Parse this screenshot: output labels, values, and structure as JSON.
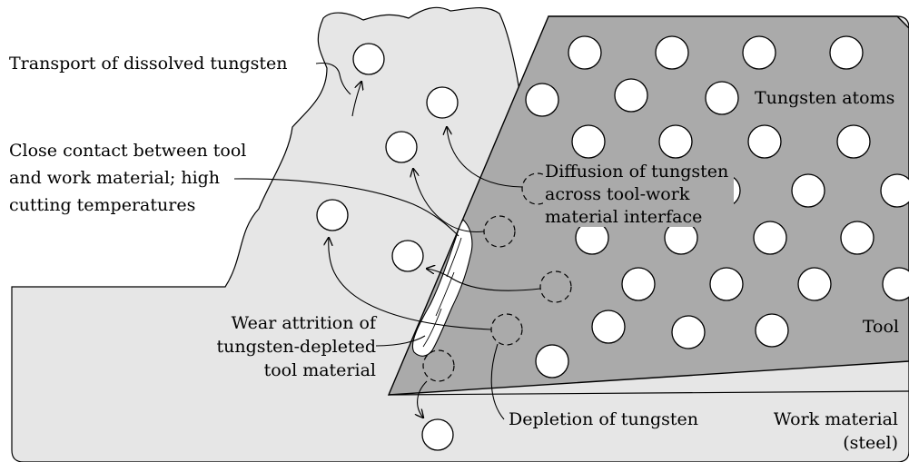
{
  "labels": {
    "transport": "Transport of dissolved tungsten",
    "contact_1": "Close contact between tool",
    "contact_2": "and work material; high",
    "contact_3": "cutting temperatures",
    "tungsten_atoms": "Tungsten atoms",
    "diffusion_1": "Diffusion of tungsten",
    "diffusion_2": "across tool-work",
    "diffusion_3": "material interface",
    "wear_1": "Wear attrition of",
    "wear_2": "tungsten-depleted",
    "wear_3": "tool material",
    "tool": "Tool",
    "depletion": "Depletion of tungsten",
    "work_1": "Work material",
    "work_2": "(steel)"
  },
  "colors": {
    "work_material": "#e6e6e6",
    "tool": "#aaaaaa",
    "outline": "#000000",
    "atom": "#ffffff"
  }
}
